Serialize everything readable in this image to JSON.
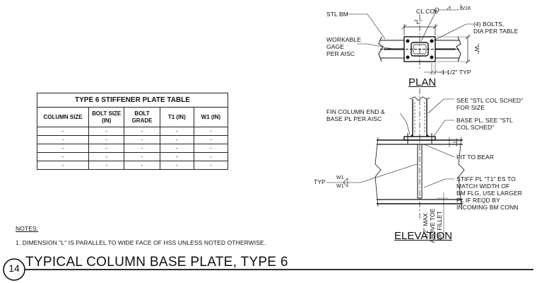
{
  "table": {
    "title": "TYPE 6 STIFFENER PLATE TABLE",
    "headers": [
      "COLUMN SIZE",
      "BOLT SIZE (IN)",
      "BOLT GRADE",
      "T1 (IN)",
      "W1 (IN)"
    ],
    "rows": [
      [
        "-",
        "-",
        "-",
        "-",
        "-"
      ],
      [
        "-",
        "-",
        "-",
        "-",
        "-"
      ],
      [
        "-",
        "-",
        "-",
        "-",
        "-"
      ],
      [
        "-",
        "-",
        "-",
        "-",
        "-"
      ],
      [
        "-",
        "-",
        "-",
        "-",
        "-"
      ]
    ]
  },
  "notes": {
    "heading": "NOTES:",
    "items": [
      "1.  DIMENSION \"L\" IS PARALLEL TO WIDE FACE OF HSS UNLESS NOTED OTHERWISE."
    ]
  },
  "detail": {
    "number": "14",
    "title": "TYPICAL COLUMN BASE PLATE, TYPE 6"
  },
  "plan": {
    "view_label": "PLAN",
    "stl_bm": "STL BM",
    "cl_col": "CL COL",
    "weld_size": "5/16",
    "dim_l": "\"L\"",
    "dim_w": "\"W\"",
    "workable_gage": [
      "WORKABLE",
      "GAGE",
      "PER AISC"
    ],
    "bolts": [
      "(4) BOLTS,",
      "DIA PER TABLE"
    ],
    "edge_dim": "1 1/2\" TYP"
  },
  "elevation": {
    "view_label": "ELEVATION",
    "stl_col": [
      "SEE \"STL COL SCHED\"",
      "FOR SIZE"
    ],
    "fin_column": [
      "FIN COLUMN END &",
      "BASE PL PER AISC"
    ],
    "base_pl": [
      "BASE PL, SEE \"STL",
      "COL SCHED\""
    ],
    "dim_t": "\"T\"",
    "fit_to_bear": "FIT TO BEAR",
    "typ": "TYP",
    "w1_top": "W1",
    "w1_bottom": "W1",
    "stiff_pl": [
      "STIFF PL \"T1\" ES TO",
      "MATCH WIDTH OF",
      "BM FLG, USE LARGER",
      "PL IF REQD BY",
      "INCOMING BM CONN"
    ],
    "max_dim": [
      "1/2\" MAX",
      "ABOVE TOE",
      "OF FILLET"
    ]
  }
}
